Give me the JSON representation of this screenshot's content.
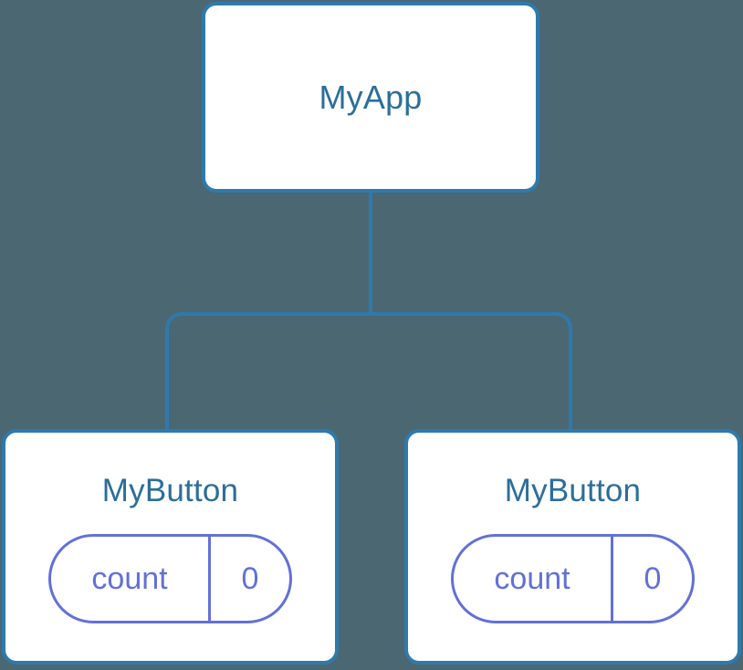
{
  "diagram": {
    "type": "component-tree",
    "background_color": "#4b6772",
    "edge_color": "#2e7aac",
    "node_border_color": "#2e7aac",
    "node_fill_color": "#ffffff",
    "node_title_color": "#2b6e9b",
    "pill_color": "#6370d8",
    "root": {
      "name": "root-node",
      "title": "MyApp"
    },
    "children": [
      {
        "name": "child-node-1",
        "title": "MyButton",
        "state": {
          "key": "count",
          "value": "0"
        }
      },
      {
        "name": "child-node-2",
        "title": "MyButton",
        "state": {
          "key": "count",
          "value": "0"
        }
      }
    ],
    "edges": [
      {
        "from": "MyApp",
        "to": "MyButton",
        "label": ""
      },
      {
        "from": "MyApp",
        "to": "MyButton",
        "label": ""
      }
    ]
  }
}
